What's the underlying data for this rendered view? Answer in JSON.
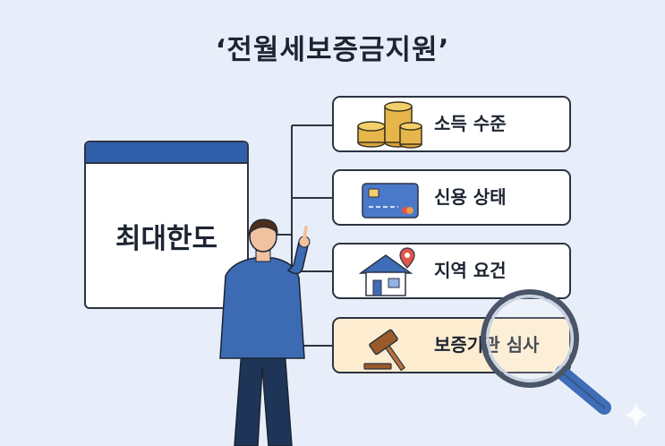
{
  "title": "‘전월세보증금지원’",
  "main_card": {
    "label": "최대한도"
  },
  "items": [
    {
      "label": "소득 수준",
      "icon": "coins-icon"
    },
    {
      "label": "신용 상태",
      "icon": "credit-card-icon"
    },
    {
      "label": "지역 요건",
      "icon": "house-location-icon"
    },
    {
      "label": "보증기관 심사",
      "icon": "gavel-icon"
    }
  ],
  "colors": {
    "background": "#e8eef9",
    "accent_blue": "#315ea8",
    "highlight": "#fdeccf",
    "location_pin": "#e2544a"
  }
}
